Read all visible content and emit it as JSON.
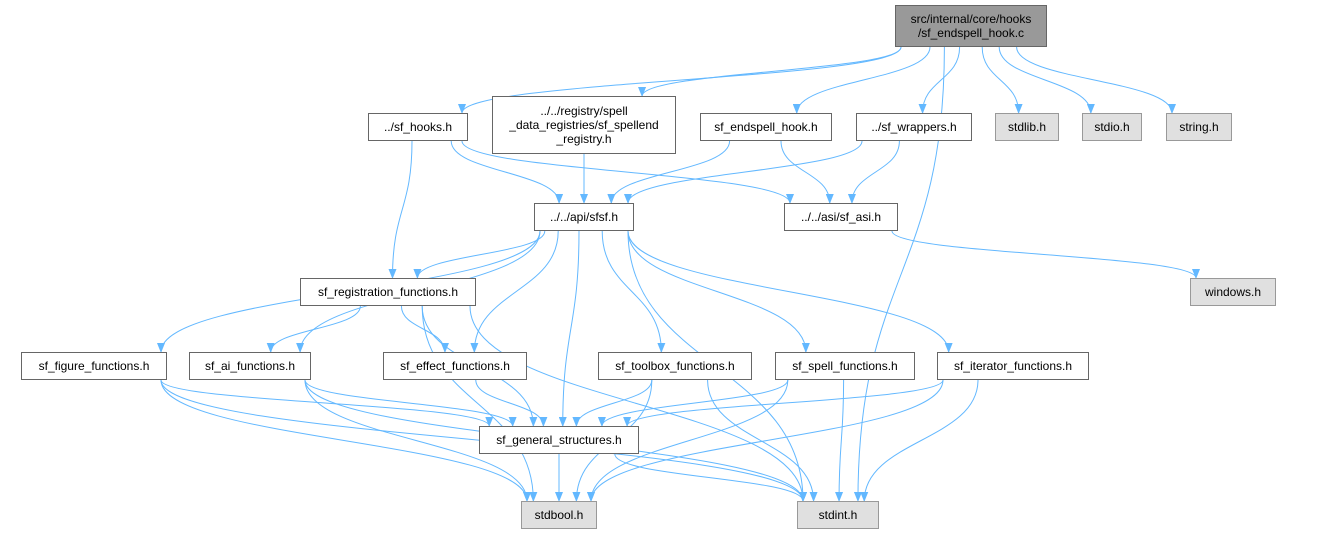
{
  "nodes": [
    {
      "id": "root",
      "label": "src/internal/core/hooks\n/sf_endspell_hook.c",
      "kind": "root"
    },
    {
      "id": "sf_hooks",
      "label": "../sf_hooks.h",
      "kind": "user"
    },
    {
      "id": "spellend_registry",
      "label": "../../registry/spell\n_data_registries/sf_spellend\n_registry.h",
      "kind": "user"
    },
    {
      "id": "endspell_hook_h",
      "label": "sf_endspell_hook.h",
      "kind": "user"
    },
    {
      "id": "sf_wrappers",
      "label": "../sf_wrappers.h",
      "kind": "user"
    },
    {
      "id": "stdlib",
      "label": "stdlib.h",
      "kind": "system"
    },
    {
      "id": "stdio",
      "label": "stdio.h",
      "kind": "system"
    },
    {
      "id": "string",
      "label": "string.h",
      "kind": "system"
    },
    {
      "id": "sfsf",
      "label": "../../api/sfsf.h",
      "kind": "user"
    },
    {
      "id": "sf_asi",
      "label": "../../asi/sf_asi.h",
      "kind": "user"
    },
    {
      "id": "windows",
      "label": "windows.h",
      "kind": "system"
    },
    {
      "id": "registration",
      "label": "sf_registration_functions.h",
      "kind": "user"
    },
    {
      "id": "figure",
      "label": "sf_figure_functions.h",
      "kind": "user"
    },
    {
      "id": "ai",
      "label": "sf_ai_functions.h",
      "kind": "user"
    },
    {
      "id": "effect",
      "label": "sf_effect_functions.h",
      "kind": "user"
    },
    {
      "id": "toolbox",
      "label": "sf_toolbox_functions.h",
      "kind": "user"
    },
    {
      "id": "spell",
      "label": "sf_spell_functions.h",
      "kind": "user"
    },
    {
      "id": "iterator",
      "label": "sf_iterator_functions.h",
      "kind": "user"
    },
    {
      "id": "general",
      "label": "sf_general_structures.h",
      "kind": "user"
    },
    {
      "id": "stdbool",
      "label": "stdbool.h",
      "kind": "system"
    },
    {
      "id": "stdint",
      "label": "stdint.h",
      "kind": "system"
    }
  ],
  "edges": [
    [
      "root",
      "sf_hooks"
    ],
    [
      "root",
      "spellend_registry"
    ],
    [
      "root",
      "endspell_hook_h"
    ],
    [
      "root",
      "sf_wrappers"
    ],
    [
      "root",
      "stdlib"
    ],
    [
      "root",
      "stdio"
    ],
    [
      "root",
      "string"
    ],
    [
      "root",
      "stdint"
    ],
    [
      "sf_hooks",
      "sfsf"
    ],
    [
      "sf_hooks",
      "sf_asi"
    ],
    [
      "sf_hooks",
      "registration"
    ],
    [
      "spellend_registry",
      "sfsf"
    ],
    [
      "endspell_hook_h",
      "sfsf"
    ],
    [
      "endspell_hook_h",
      "sf_asi"
    ],
    [
      "sf_wrappers",
      "sfsf"
    ],
    [
      "sf_wrappers",
      "sf_asi"
    ],
    [
      "sf_asi",
      "windows"
    ],
    [
      "sfsf",
      "registration"
    ],
    [
      "sfsf",
      "figure"
    ],
    [
      "sfsf",
      "ai"
    ],
    [
      "sfsf",
      "effect"
    ],
    [
      "sfsf",
      "toolbox"
    ],
    [
      "sfsf",
      "spell"
    ],
    [
      "sfsf",
      "iterator"
    ],
    [
      "sfsf",
      "general"
    ],
    [
      "sfsf",
      "stdint"
    ],
    [
      "registration",
      "ai"
    ],
    [
      "registration",
      "effect"
    ],
    [
      "registration",
      "general"
    ],
    [
      "registration",
      "stdbool"
    ],
    [
      "registration",
      "stdint"
    ],
    [
      "figure",
      "general"
    ],
    [
      "figure",
      "stdbool"
    ],
    [
      "figure",
      "stdint"
    ],
    [
      "ai",
      "general"
    ],
    [
      "ai",
      "stdbool"
    ],
    [
      "ai",
      "stdint"
    ],
    [
      "effect",
      "general"
    ],
    [
      "toolbox",
      "general"
    ],
    [
      "toolbox",
      "stdbool"
    ],
    [
      "toolbox",
      "stdint"
    ],
    [
      "spell",
      "general"
    ],
    [
      "spell",
      "stdbool"
    ],
    [
      "spell",
      "stdint"
    ],
    [
      "iterator",
      "general"
    ],
    [
      "iterator",
      "stdbool"
    ],
    [
      "iterator",
      "stdint"
    ],
    [
      "general",
      "stdbool"
    ],
    [
      "general",
      "stdint"
    ]
  ],
  "colors": {
    "edge": "#63b8ff",
    "user_fill": "#ffffff",
    "system_fill": "#e0e0e0",
    "root_fill": "#999999",
    "border": "#666666"
  }
}
